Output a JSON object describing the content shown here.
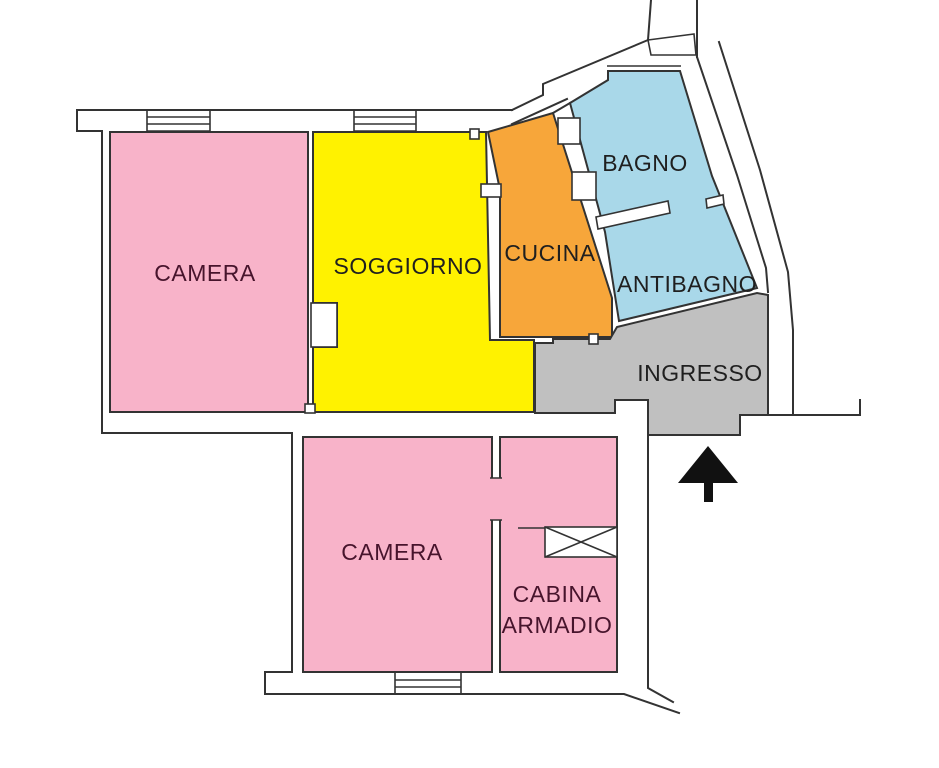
{
  "floorplan": {
    "title": "apartment-floor-plan",
    "background": "#ffffff",
    "wall_color": "#333333",
    "rooms": [
      {
        "id": "camera-1",
        "label": "CAMERA",
        "fill": "#f8b3c9",
        "label_color": "#47142c"
      },
      {
        "id": "soggiorno",
        "label": "SOGGIORNO",
        "fill": "#fff200",
        "label_color": "#1f1f1f"
      },
      {
        "id": "cucina",
        "label": "CUCINA",
        "fill": "#f7a63a",
        "label_color": "#1f1f1f"
      },
      {
        "id": "bagno",
        "label": "BAGNO",
        "fill": "#a9d8e9",
        "label_color": "#1f1f1f"
      },
      {
        "id": "antibagno",
        "label": "ANTIBAGNO",
        "fill": "#a9d8e9",
        "label_color": "#1f1f1f"
      },
      {
        "id": "ingresso",
        "label": "INGRESSO",
        "fill": "#c0c0c0",
        "label_color": "#1f1f1f"
      },
      {
        "id": "camera-2",
        "label": "CAMERA",
        "fill": "#f8b3c9",
        "label_color": "#47142c"
      },
      {
        "id": "cabina-armadio",
        "label": "CABINA ARMADIO",
        "label_lines": [
          "CABINA",
          "ARMADIO"
        ],
        "fill": "#f8b3c9",
        "label_color": "#47142c"
      }
    ],
    "symbols": {
      "entrance_arrow": {
        "name": "entrance-arrow-up",
        "color": "#111111",
        "direction": "up"
      },
      "wardrobe": {
        "name": "crossed-box-wardrobe"
      },
      "window": {
        "name": "window-triple-line"
      }
    }
  }
}
